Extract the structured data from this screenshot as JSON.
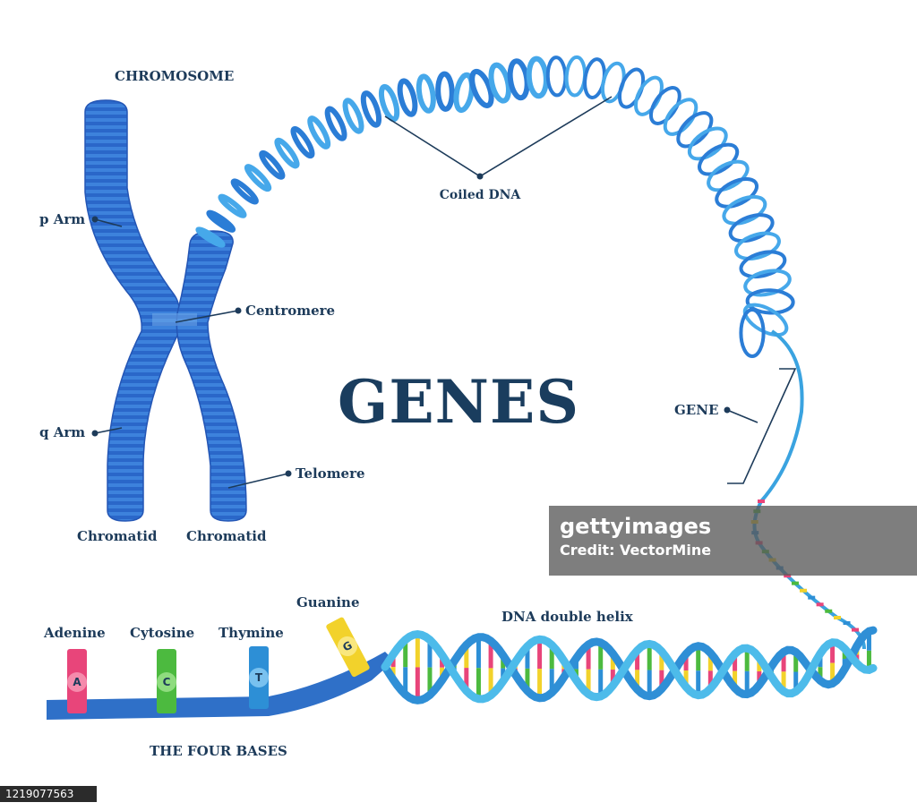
{
  "title": "GENES",
  "labels": {
    "chromosome": "CHROMOSOME",
    "p_arm": "p Arm",
    "q_arm": "q Arm",
    "centromere": "Centromere",
    "telomere": "Telomere",
    "chromatid_left": "Chromatid",
    "chromatid_right": "Chromatid",
    "coiled_dna": "Coiled DNA",
    "gene": "GENE",
    "double_helix": "DNA double helix",
    "four_bases": "THE FOUR BASES"
  },
  "bases": [
    {
      "name": "Adenine",
      "letter": "A",
      "color": "#e8457a"
    },
    {
      "name": "Cytosine",
      "letter": "C",
      "color": "#4cba3f"
    },
    {
      "name": "Thymine",
      "letter": "T",
      "color": "#2d8fd6"
    },
    {
      "name": "Guanine",
      "letter": "G",
      "color": "#f2d22b"
    }
  ],
  "watermark": {
    "brand": "gettyimages",
    "credit": "Credit: VectorMine"
  },
  "image_id": "1219077563",
  "colors": {
    "chromosome_blue": "#2f6fd1",
    "dna_blue": "#2b8fd8",
    "dna_light": "#47b6ea",
    "text": "#1d3b5a",
    "adenine": "#e8457a",
    "cytosine": "#4cba3f",
    "thymine": "#2d8fd6",
    "guanine": "#f2d22b"
  }
}
